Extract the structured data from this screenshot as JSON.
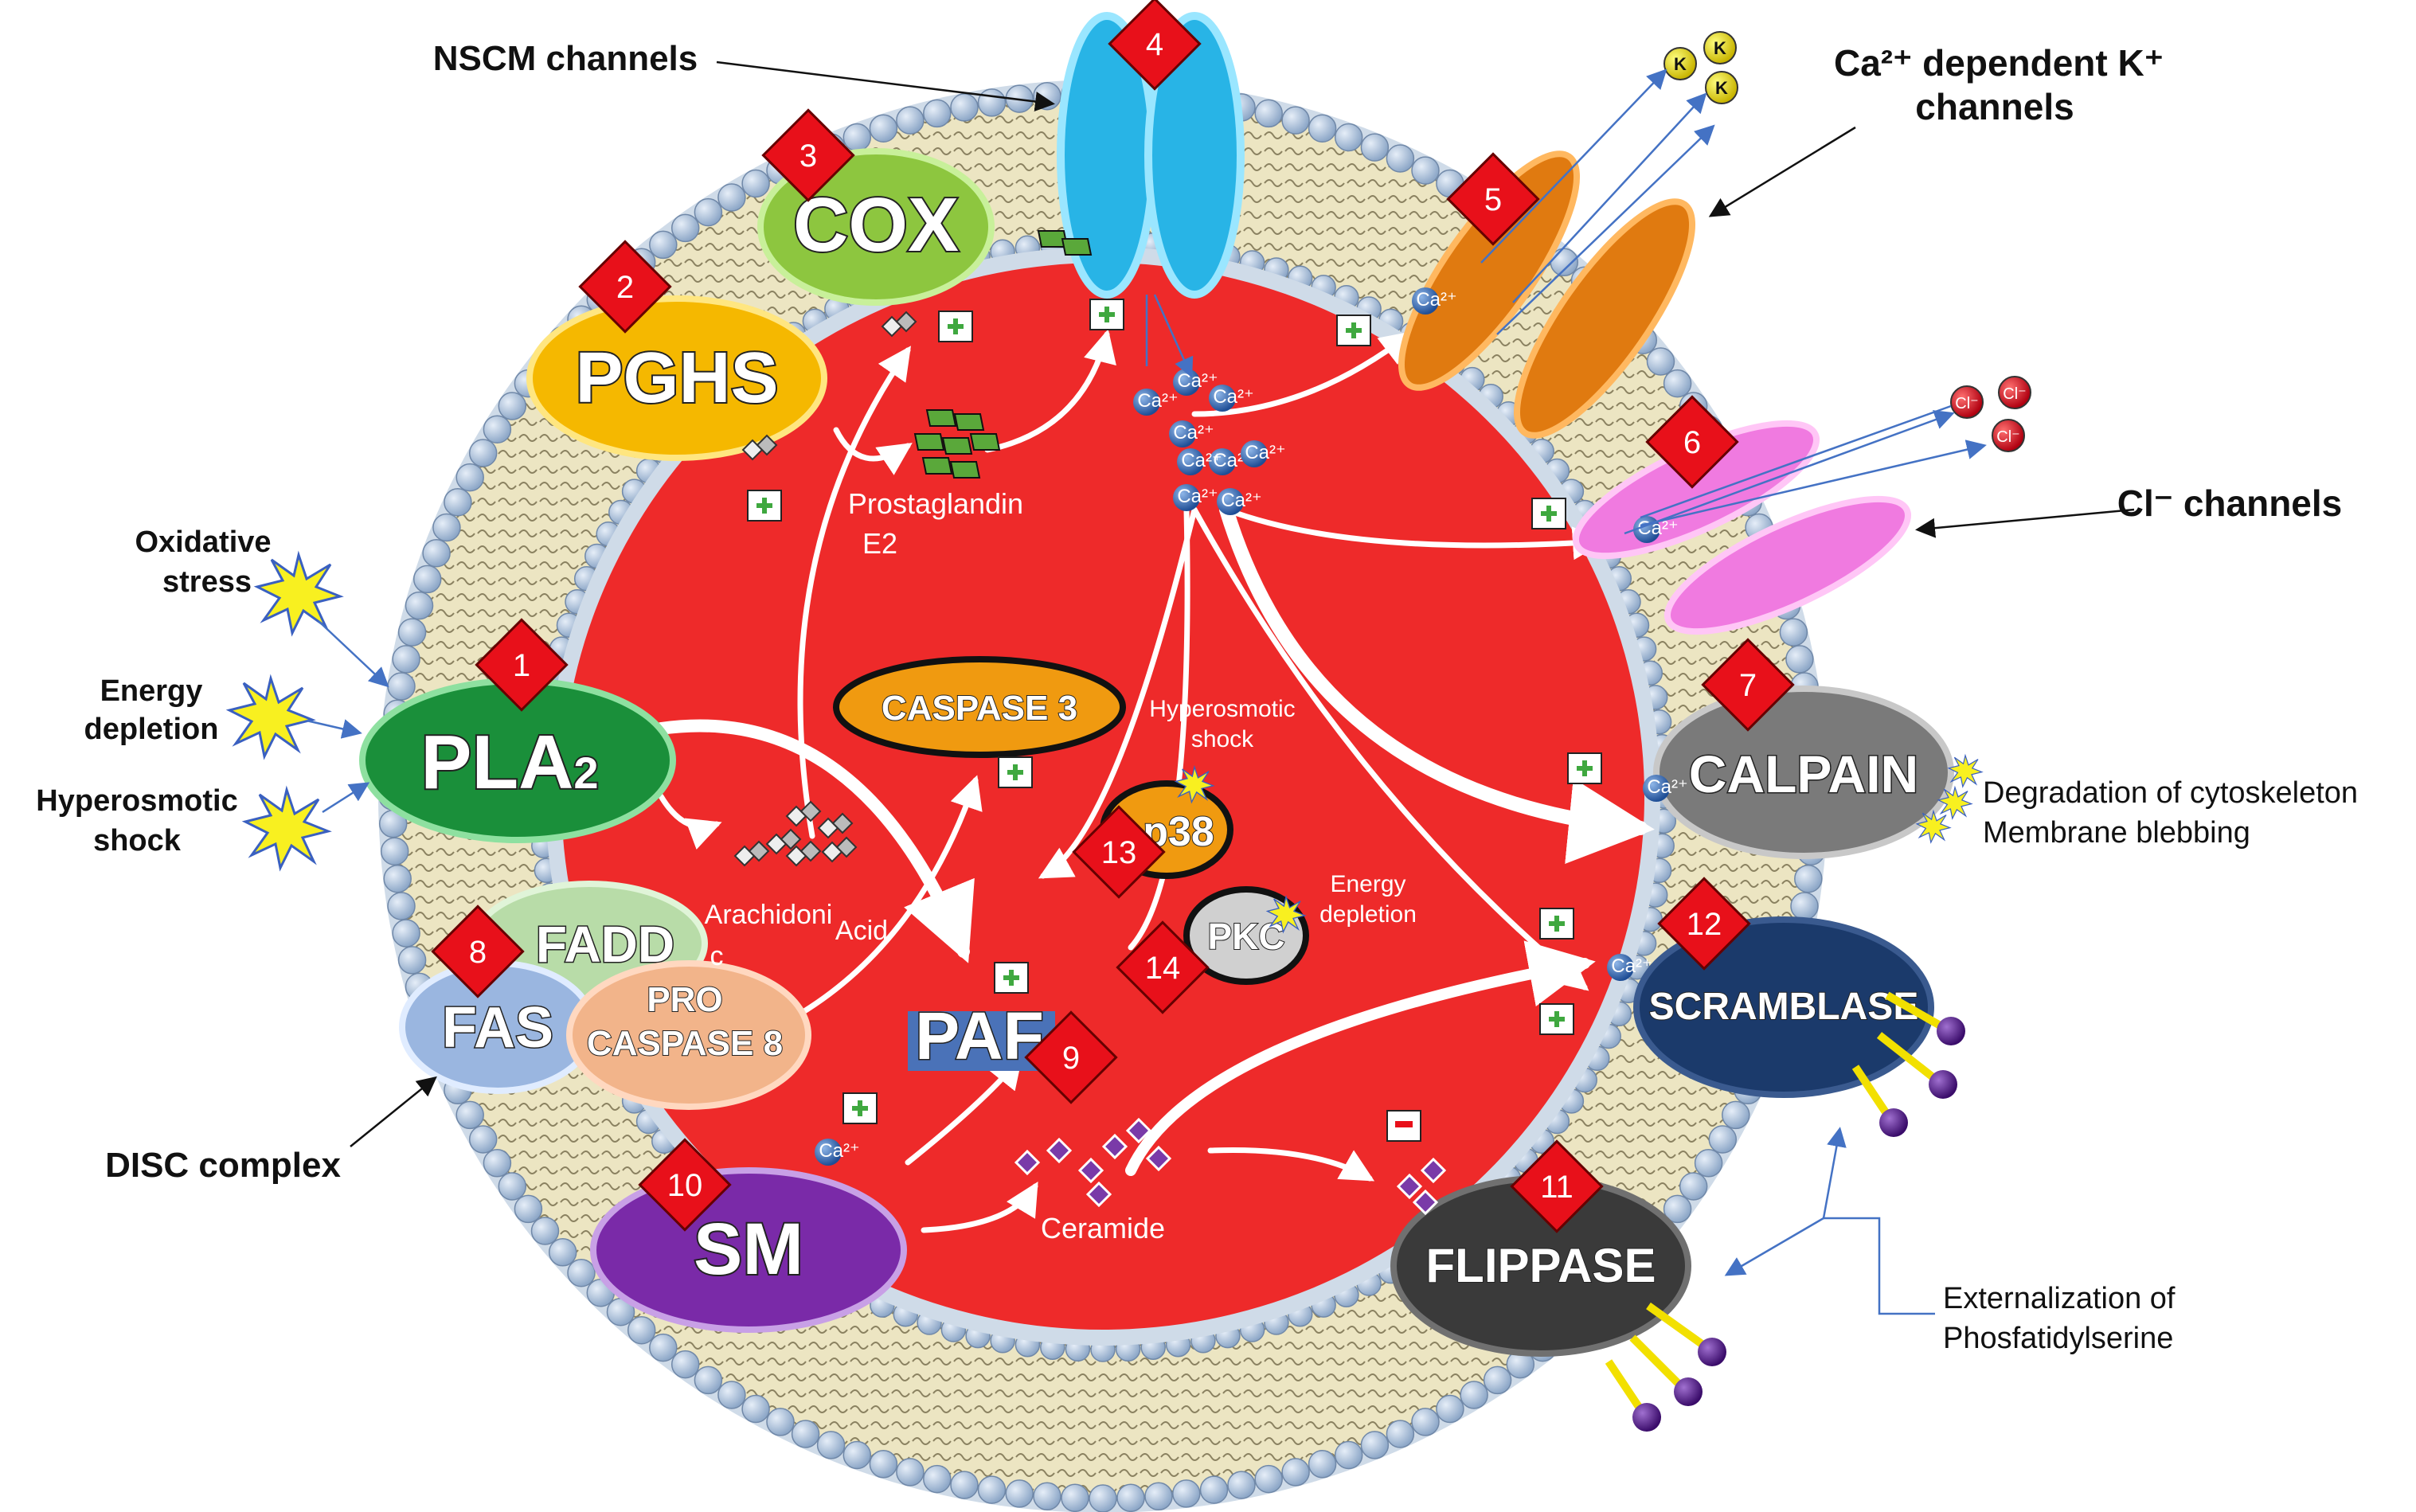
{
  "external_labels": {
    "nscm_channels": "NSCM channels",
    "k_channels_line1": "Ca²⁺ dependent K⁺",
    "k_channels_line2": "channels",
    "cl_channels": "Cl⁻ channels",
    "oxidative_stress_1": "Oxidative",
    "oxidative_stress_2": "stress",
    "energy_depletion_1": "Energy",
    "energy_depletion_2": "depletion",
    "hyperosmotic_1": "Hyperosmotic",
    "hyperosmotic_2": "shock",
    "disc_complex": "DISC complex",
    "cytoskeleton": "Degradation of cytoskeleton",
    "blebbing": "Membrane blebbing",
    "externalization_1": "Externalization of",
    "externalization_2": "Phosfatidylserine"
  },
  "enzymes": {
    "pla2_main": "PLA",
    "pla2_sub": "2",
    "pghs": "PGHS",
    "cox": "COX",
    "caspase3": "CASPASE 3",
    "p38": "p38",
    "pkc": "PKC",
    "paf": "PAF",
    "fadd": "FADD",
    "fas": "FAS",
    "procaspase_1": "PRO",
    "procaspase_2": "CASPASE 8",
    "sm": "SM",
    "calpain": "CALPAIN",
    "scramblase": "SCRAMBLASE",
    "flippase": "FLIPPASE"
  },
  "inner_labels": {
    "prostaglandin_1": "Prostaglandin",
    "prostaglandin_2": "E2",
    "arachidonic_1": "Arachidoni",
    "arachidonic_2": "Acid",
    "arachidonic_3": "c",
    "ceramide": "Ceramide",
    "hyperosmotic_1": "Hyperosmotic",
    "hyperosmotic_2": "shock",
    "energy_1": "Energy",
    "energy_2": "depletion"
  },
  "ions": {
    "calcium": "Ca²⁺",
    "potassium": "K",
    "chloride": "Cl⁻"
  },
  "signs": {
    "plus": "+",
    "minus": "-"
  },
  "step_numbers": [
    "1",
    "2",
    "3",
    "4",
    "5",
    "6",
    "7",
    "8",
    "9",
    "10",
    "11",
    "12",
    "13",
    "14"
  ],
  "colors": {
    "cytoplasm": "#ee2a2a",
    "membrane_head": "#b9cde6",
    "membrane_tail": "#e8e0b8",
    "step_diamond": "#e8101a",
    "pla2": "#1a8f3a",
    "pghs": "#f5b800",
    "cox": "#8dc63f",
    "nscm": "#28b4e6",
    "k_channel": "#e07a10",
    "cl_channel": "#f07ae0",
    "calpain": "#7a7a7a",
    "scramblase": "#1b3a6b",
    "flippase": "#3a3a3a",
    "sm": "#7a2aa8",
    "caspase3": "#f09a10",
    "p38": "#f09a10",
    "pkc": "#d0d0d0",
    "paf": "#4a72b8",
    "fadd": "#b8dca8",
    "fas": "#9ab6e0",
    "procaspase": "#f2b48a"
  },
  "icons": {
    "stress_star": "yellow-burst-icon",
    "arrow": "arrow-icon",
    "ion": "ion-sphere-icon",
    "lipid": "lipid-head-icon"
  }
}
